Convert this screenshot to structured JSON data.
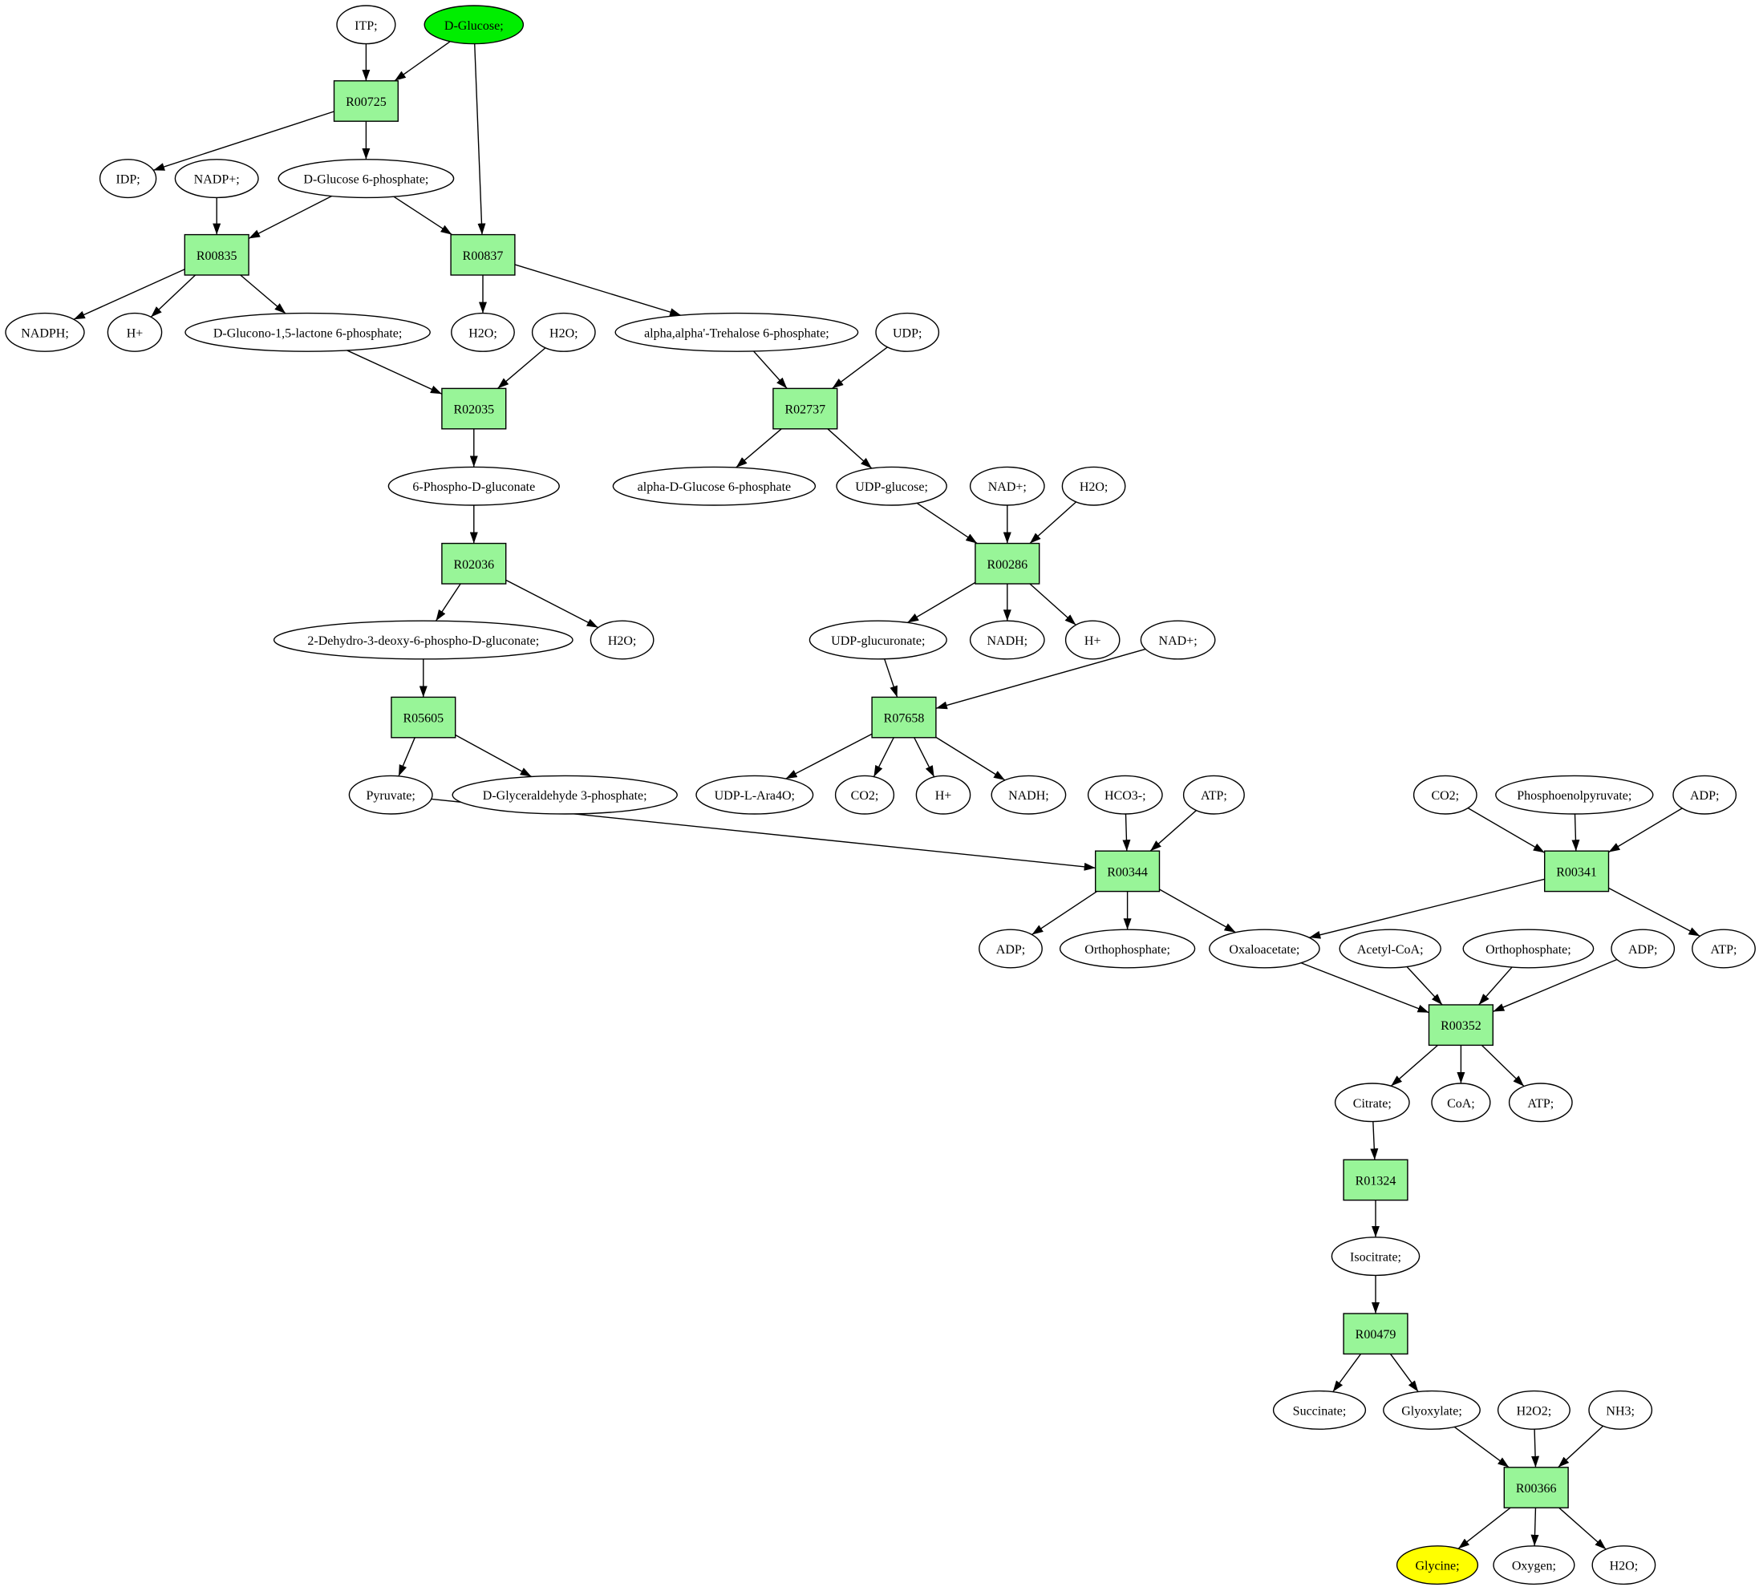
{
  "colors": {
    "background": "#ffffff",
    "metabolite": "#ffffff",
    "reaction": "#98f598",
    "source": "#00ee00",
    "target": "#ffff00",
    "stroke": "#000000"
  },
  "nodes": [
    {
      "id": "itp",
      "label": "ITP;",
      "shape": "ellipse",
      "role": "metabolite"
    },
    {
      "id": "dglucose",
      "label": "D-Glucose;",
      "shape": "ellipse",
      "role": "source"
    },
    {
      "id": "r00725",
      "label": "R00725",
      "shape": "box",
      "role": "reaction"
    },
    {
      "id": "idp",
      "label": "IDP;",
      "shape": "ellipse",
      "role": "metabolite"
    },
    {
      "id": "nadp",
      "label": "NADP+;",
      "shape": "ellipse",
      "role": "metabolite"
    },
    {
      "id": "g6p",
      "label": "D-Glucose 6-phosphate;",
      "shape": "ellipse",
      "role": "metabolite"
    },
    {
      "id": "r00835",
      "label": "R00835",
      "shape": "box",
      "role": "reaction"
    },
    {
      "id": "r00837",
      "label": "R00837",
      "shape": "box",
      "role": "reaction"
    },
    {
      "id": "nadph",
      "label": "NADPH;",
      "shape": "ellipse",
      "role": "metabolite"
    },
    {
      "id": "hplus1",
      "label": "H+",
      "shape": "ellipse",
      "role": "metabolite"
    },
    {
      "id": "glucono",
      "label": "D-Glucono-1,5-lactone 6-phosphate;",
      "shape": "ellipse",
      "role": "metabolite"
    },
    {
      "id": "h2o1",
      "label": "H2O;",
      "shape": "ellipse",
      "role": "metabolite"
    },
    {
      "id": "h2o2",
      "label": "H2O;",
      "shape": "ellipse",
      "role": "metabolite"
    },
    {
      "id": "trehalose",
      "label": "alpha,alpha'-Trehalose 6-phosphate;",
      "shape": "ellipse",
      "role": "metabolite"
    },
    {
      "id": "udp",
      "label": "UDP;",
      "shape": "ellipse",
      "role": "metabolite"
    },
    {
      "id": "r02035",
      "label": "R02035",
      "shape": "box",
      "role": "reaction"
    },
    {
      "id": "r02737",
      "label": "R02737",
      "shape": "box",
      "role": "reaction"
    },
    {
      "id": "phosphogluconate",
      "label": "6-Phospho-D-gluconate",
      "shape": "ellipse",
      "role": "metabolite"
    },
    {
      "id": "alphag6p",
      "label": "alpha-D-Glucose 6-phosphate",
      "shape": "ellipse",
      "role": "metabolite"
    },
    {
      "id": "udpglucose",
      "label": "UDP-glucose;",
      "shape": "ellipse",
      "role": "metabolite"
    },
    {
      "id": "nad1",
      "label": "NAD+;",
      "shape": "ellipse",
      "role": "metabolite"
    },
    {
      "id": "h2o3",
      "label": "H2O;",
      "shape": "ellipse",
      "role": "metabolite"
    },
    {
      "id": "r02036",
      "label": "R02036",
      "shape": "box",
      "role": "reaction"
    },
    {
      "id": "r00286",
      "label": "R00286",
      "shape": "box",
      "role": "reaction"
    },
    {
      "id": "kdpg",
      "label": "2-Dehydro-3-deoxy-6-phospho-D-gluconate;",
      "shape": "ellipse",
      "role": "metabolite"
    },
    {
      "id": "h2o4",
      "label": "H2O;",
      "shape": "ellipse",
      "role": "metabolite"
    },
    {
      "id": "udpglucuronate",
      "label": "UDP-glucuronate;",
      "shape": "ellipse",
      "role": "metabolite"
    },
    {
      "id": "nadh1",
      "label": "NADH;",
      "shape": "ellipse",
      "role": "metabolite"
    },
    {
      "id": "hplus2",
      "label": "H+",
      "shape": "ellipse",
      "role": "metabolite"
    },
    {
      "id": "nad2",
      "label": "NAD+;",
      "shape": "ellipse",
      "role": "metabolite"
    },
    {
      "id": "r05605",
      "label": "R05605",
      "shape": "box",
      "role": "reaction"
    },
    {
      "id": "r07658",
      "label": "R07658",
      "shape": "box",
      "role": "reaction"
    },
    {
      "id": "pyruvate",
      "label": "Pyruvate;",
      "shape": "ellipse",
      "role": "metabolite"
    },
    {
      "id": "gap",
      "label": "D-Glyceraldehyde 3-phosphate;",
      "shape": "ellipse",
      "role": "metabolite"
    },
    {
      "id": "udplara",
      "label": "UDP-L-Ara4O;",
      "shape": "ellipse",
      "role": "metabolite"
    },
    {
      "id": "co2a",
      "label": "CO2;",
      "shape": "ellipse",
      "role": "metabolite"
    },
    {
      "id": "hplus3",
      "label": "H+",
      "shape": "ellipse",
      "role": "metabolite"
    },
    {
      "id": "nadh2",
      "label": "NADH;",
      "shape": "ellipse",
      "role": "metabolite"
    },
    {
      "id": "hco3",
      "label": "HCO3-;",
      "shape": "ellipse",
      "role": "metabolite"
    },
    {
      "id": "atp1",
      "label": "ATP;",
      "shape": "ellipse",
      "role": "metabolite"
    },
    {
      "id": "co2b",
      "label": "CO2;",
      "shape": "ellipse",
      "role": "metabolite"
    },
    {
      "id": "pep",
      "label": "Phosphoenolpyruvate;",
      "shape": "ellipse",
      "role": "metabolite"
    },
    {
      "id": "adp1",
      "label": "ADP;",
      "shape": "ellipse",
      "role": "metabolite"
    },
    {
      "id": "r00344",
      "label": "R00344",
      "shape": "box",
      "role": "reaction"
    },
    {
      "id": "r00341",
      "label": "R00341",
      "shape": "box",
      "role": "reaction"
    },
    {
      "id": "adp2",
      "label": "ADP;",
      "shape": "ellipse",
      "role": "metabolite"
    },
    {
      "id": "ortho1",
      "label": "Orthophosphate;",
      "shape": "ellipse",
      "role": "metabolite"
    },
    {
      "id": "oxaloacetate",
      "label": "Oxaloacetate;",
      "shape": "ellipse",
      "role": "metabolite"
    },
    {
      "id": "acetylcoa",
      "label": "Acetyl-CoA;",
      "shape": "ellipse",
      "role": "metabolite"
    },
    {
      "id": "ortho2",
      "label": "Orthophosphate;",
      "shape": "ellipse",
      "role": "metabolite"
    },
    {
      "id": "adp3",
      "label": "ADP;",
      "shape": "ellipse",
      "role": "metabolite"
    },
    {
      "id": "atp2",
      "label": "ATP;",
      "shape": "ellipse",
      "role": "metabolite"
    },
    {
      "id": "r00352",
      "label": "R00352",
      "shape": "box",
      "role": "reaction"
    },
    {
      "id": "citrate",
      "label": "Citrate;",
      "shape": "ellipse",
      "role": "metabolite"
    },
    {
      "id": "coa",
      "label": "CoA;",
      "shape": "ellipse",
      "role": "metabolite"
    },
    {
      "id": "atp3",
      "label": "ATP;",
      "shape": "ellipse",
      "role": "metabolite"
    },
    {
      "id": "r01324",
      "label": "R01324",
      "shape": "box",
      "role": "reaction"
    },
    {
      "id": "isocitrate",
      "label": "Isocitrate;",
      "shape": "ellipse",
      "role": "metabolite"
    },
    {
      "id": "r00479",
      "label": "R00479",
      "shape": "box",
      "role": "reaction"
    },
    {
      "id": "succinate",
      "label": "Succinate;",
      "shape": "ellipse",
      "role": "metabolite"
    },
    {
      "id": "glyoxylate",
      "label": "Glyoxylate;",
      "shape": "ellipse",
      "role": "metabolite"
    },
    {
      "id": "h2o2b",
      "label": "H2O2;",
      "shape": "ellipse",
      "role": "metabolite"
    },
    {
      "id": "nh3",
      "label": "NH3;",
      "shape": "ellipse",
      "role": "metabolite"
    },
    {
      "id": "r00366",
      "label": "R00366",
      "shape": "box",
      "role": "reaction"
    },
    {
      "id": "glycine",
      "label": "Glycine;",
      "shape": "ellipse",
      "role": "target"
    },
    {
      "id": "oxygen",
      "label": "Oxygen;",
      "shape": "ellipse",
      "role": "metabolite"
    },
    {
      "id": "h2o5",
      "label": "H2O;",
      "shape": "ellipse",
      "role": "metabolite"
    }
  ],
  "edges": [
    [
      "itp",
      "r00725"
    ],
    [
      "dglucose",
      "r00725"
    ],
    [
      "dglucose",
      "r00837"
    ],
    [
      "r00725",
      "idp"
    ],
    [
      "r00725",
      "g6p"
    ],
    [
      "nadp",
      "r00835"
    ],
    [
      "g6p",
      "r00835"
    ],
    [
      "g6p",
      "r00837"
    ],
    [
      "r00835",
      "nadph"
    ],
    [
      "r00835",
      "hplus1"
    ],
    [
      "r00835",
      "glucono"
    ],
    [
      "r00837",
      "h2o1"
    ],
    [
      "r00837",
      "trehalose"
    ],
    [
      "glucono",
      "r02035"
    ],
    [
      "h2o2",
      "r02035"
    ],
    [
      "trehalose",
      "r02737"
    ],
    [
      "udp",
      "r02737"
    ],
    [
      "r02035",
      "phosphogluconate"
    ],
    [
      "r02737",
      "alphag6p"
    ],
    [
      "r02737",
      "udpglucose"
    ],
    [
      "phosphogluconate",
      "r02036"
    ],
    [
      "udpglucose",
      "r00286"
    ],
    [
      "nad1",
      "r00286"
    ],
    [
      "h2o3",
      "r00286"
    ],
    [
      "r02036",
      "kdpg"
    ],
    [
      "r02036",
      "h2o4"
    ],
    [
      "r00286",
      "udpglucuronate"
    ],
    [
      "r00286",
      "nadh1"
    ],
    [
      "r00286",
      "hplus2"
    ],
    [
      "kdpg",
      "r05605"
    ],
    [
      "udpglucuronate",
      "r07658"
    ],
    [
      "nad2",
      "r07658"
    ],
    [
      "r05605",
      "pyruvate"
    ],
    [
      "r05605",
      "gap"
    ],
    [
      "r07658",
      "udplara"
    ],
    [
      "r07658",
      "co2a"
    ],
    [
      "r07658",
      "hplus3"
    ],
    [
      "r07658",
      "nadh2"
    ],
    [
      "pyruvate",
      "r00344"
    ],
    [
      "hco3",
      "r00344"
    ],
    [
      "atp1",
      "r00344"
    ],
    [
      "co2b",
      "r00341"
    ],
    [
      "pep",
      "r00341"
    ],
    [
      "adp1",
      "r00341"
    ],
    [
      "r00344",
      "adp2"
    ],
    [
      "r00344",
      "ortho1"
    ],
    [
      "r00344",
      "oxaloacetate"
    ],
    [
      "r00341",
      "oxaloacetate"
    ],
    [
      "r00341",
      "atp2"
    ],
    [
      "oxaloacetate",
      "r00352"
    ],
    [
      "acetylcoa",
      "r00352"
    ],
    [
      "ortho2",
      "r00352"
    ],
    [
      "adp3",
      "r00352"
    ],
    [
      "r00352",
      "citrate"
    ],
    [
      "r00352",
      "coa"
    ],
    [
      "r00352",
      "atp3"
    ],
    [
      "citrate",
      "r01324"
    ],
    [
      "r01324",
      "isocitrate"
    ],
    [
      "isocitrate",
      "r00479"
    ],
    [
      "r00479",
      "succinate"
    ],
    [
      "r00479",
      "glyoxylate"
    ],
    [
      "glyoxylate",
      "r00366"
    ],
    [
      "h2o2b",
      "r00366"
    ],
    [
      "nh3",
      "r00366"
    ],
    [
      "r00366",
      "glycine"
    ],
    [
      "r00366",
      "oxygen"
    ],
    [
      "r00366",
      "h2o5"
    ]
  ]
}
